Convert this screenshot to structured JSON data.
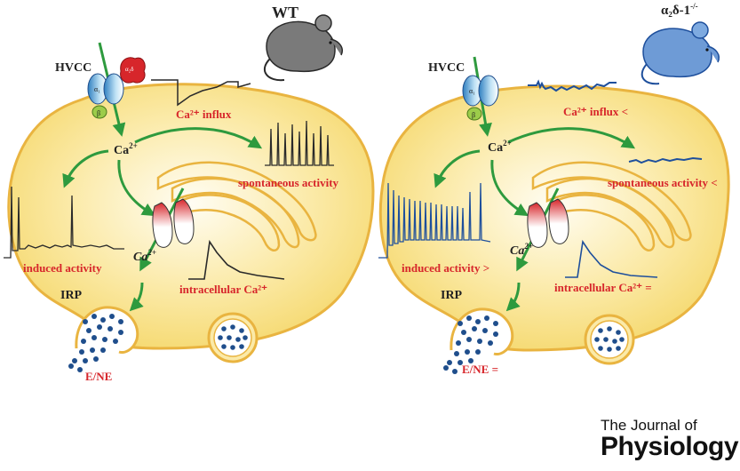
{
  "panels": {
    "wt": {
      "title": "WT",
      "hvcc": "HVCC",
      "ca_ion": "Ca",
      "ca_sup": "2+",
      "ca_influx": "Ca²⁺ influx",
      "spontaneous": "spontaneous activity",
      "induced": "induced activity",
      "irp": "IRP",
      "intracellular": "intracellular Ca²⁺",
      "ene": "E/NE",
      "colors": {
        "trace": "#2a2a2a",
        "channel": "#5aa7d6"
      }
    },
    "ko": {
      "title_main": "α₂δ-1",
      "title_sup": "-/-",
      "hvcc": "HVCC",
      "ca_ion": "Ca",
      "ca_sup": "2+",
      "ca_influx": "Ca²⁺ influx <",
      "spontaneous": "spontaneous activity <",
      "induced": "induced activity >",
      "irp": "IRP",
      "intracellular": "intracellular Ca²⁺ =",
      "ene": "E/NE =",
      "colors": {
        "trace": "#1e4f9c",
        "channel": "#5aa7d6"
      }
    }
  },
  "subunit_labels": {
    "alpha1": "α₁",
    "beta": "β",
    "a2d": "α₂δ"
  },
  "journal": {
    "line1": "The Journal of",
    "line2": "Physiology"
  },
  "colors": {
    "cell_fill": "#f7e08a",
    "cell_border": "#e9b440",
    "arrow": "#2e9a3e",
    "label_red": "#d7262b",
    "vesicle": "#1f4e8c"
  }
}
